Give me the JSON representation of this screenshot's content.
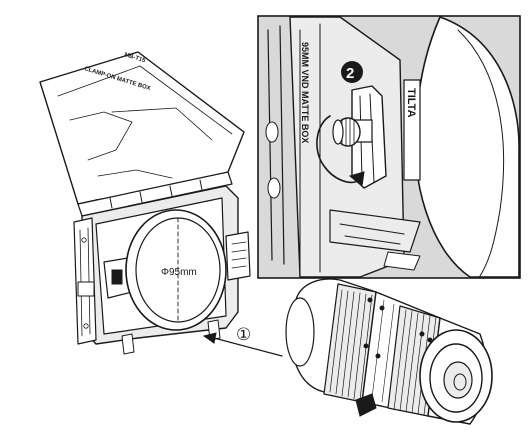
{
  "flag_text": "CLAMP-ON MATTE BOX",
  "flag_code": "MB-T15",
  "side_label": "95MM VND MATTE BOX",
  "brand_label": "TILTA",
  "diameter_label": "Φ95mm",
  "step1_label": "①",
  "step2_label": "2",
  "colors": {
    "ink": "#1a1a1a",
    "inset_bg": "#d9d9d9",
    "paper": "#ffffff"
  }
}
